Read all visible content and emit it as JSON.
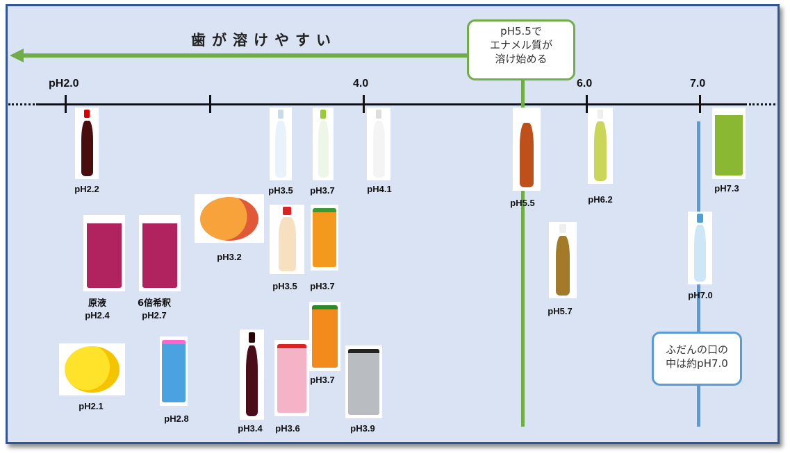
{
  "header": {
    "title": "歯が溶けやすい"
  },
  "axis": {
    "ticks": [
      "pH2.0",
      "4.0",
      "6.0",
      "7.0"
    ]
  },
  "callouts": {
    "enamel": [
      "pH5.5で",
      "エナメル質が",
      "溶け始める"
    ],
    "mouth": [
      "ふだんの口の",
      "中は約pH7.0"
    ]
  },
  "colors": {
    "panel_bg": "#dae3f3",
    "border": "#2f5597",
    "green": "#70ad47",
    "blue": "#5b9bd5"
  },
  "products": [
    {
      "name": "cola",
      "ph": "pH2.2"
    },
    {
      "name": "pocari-sweat",
      "ph": "pH3.5"
    },
    {
      "name": "irohasu",
      "ph": "pH3.7"
    },
    {
      "name": "wilkinson",
      "ph": "pH4.1"
    },
    {
      "name": "gogo-no-kocha",
      "ph": "pH5.5"
    },
    {
      "name": "iyemon",
      "ph": "pH6.2"
    },
    {
      "name": "soy-milk",
      "ph": "pH7.3"
    },
    {
      "name": "grapefruit",
      "ph": "pH3.2"
    },
    {
      "name": "kurozu-undiluted",
      "note": "原液",
      "ph": "pH2.4"
    },
    {
      "name": "kurozu-diluted",
      "note": "6倍希釈",
      "ph": "pH2.7"
    },
    {
      "name": "yakult",
      "ph": "pH3.5"
    },
    {
      "name": "vegetable-juice",
      "ph": "pH3.7"
    },
    {
      "name": "unsweetened-tea",
      "ph": "pH5.7"
    },
    {
      "name": "volvic",
      "ph": "pH7.0"
    },
    {
      "name": "lemon",
      "ph": "pH2.1"
    },
    {
      "name": "hyoketsu",
      "ph": "pH2.8"
    },
    {
      "name": "red-wine",
      "ph": "pH3.4"
    },
    {
      "name": "apple-juice",
      "ph": "pH3.6"
    },
    {
      "name": "tropicana",
      "ph": "pH3.7"
    },
    {
      "name": "asahi-super-dry",
      "ph": "pH3.9"
    }
  ]
}
